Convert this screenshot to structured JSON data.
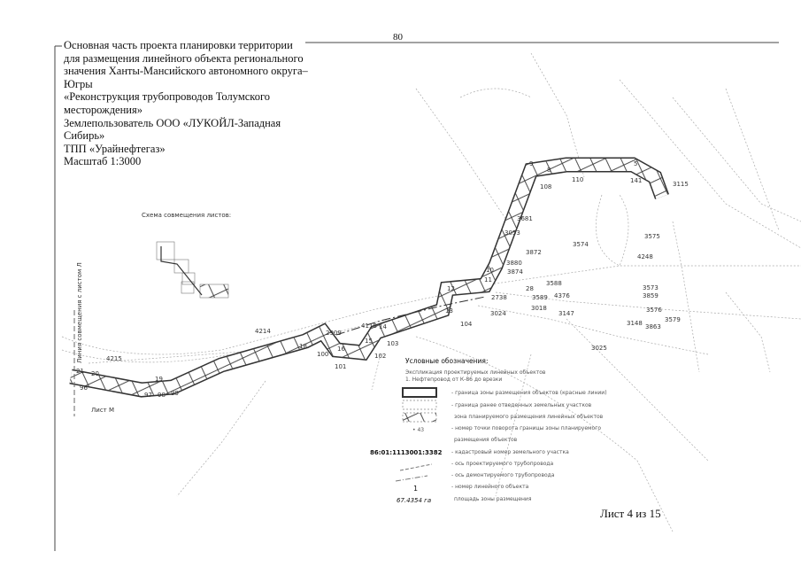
{
  "page_number": "80",
  "header": {
    "lines": [
      "Основная часть проекта планировки территории",
      "для размещения линейного объекта регионального",
      "значения Ханты-Мансийского автономного округа–",
      "Югры",
      "«Реконструкция трубопроводов Толумского",
      "месторождения»",
      "Землепользователь ООО «ЛУКОЙЛ-Западная",
      "Сибирь»",
      "ТПП «Урайнефтегаз»",
      "Масштаб 1:3000"
    ]
  },
  "scheme_title": "Схема совмещения листов:",
  "match_line_label": "Линия совмещения с листом Л",
  "sheet_m_label": "Лист М",
  "map_labels": [
    "21",
    "20",
    "96",
    "19",
    "97",
    "98",
    "99",
    "4215",
    "4214",
    "18",
    "2909",
    "100",
    "16",
    "101",
    "15",
    "102",
    "103",
    "4118",
    "14",
    "13",
    "104",
    "12",
    "10",
    "11",
    "2738",
    "3024",
    "3018",
    "3147",
    "3025",
    "3589",
    "4376",
    "28",
    "3588",
    "3874",
    "3880",
    "3872",
    "3574",
    "3575",
    "4248",
    "3573",
    "3859",
    "3576",
    "3579",
    "3148",
    "3863",
    "3115",
    "9",
    "8",
    "108",
    "110",
    "5",
    "141",
    "3681",
    "3053"
  ],
  "legend": {
    "title": "Условные обозначения:",
    "explication_title": "Экспликация проектируемых линейных объектов",
    "explication_item": "1. Нефтепровод от К-86 до врезки",
    "items": [
      "- граница зоны размещения объектов (красные линии)",
      "- граница ранее отведенных земельных участков",
      "зона планируемого размещения линейных объектов",
      "- номер точки поворота границы зоны планируемого",
      "размещения объектов",
      "- кадастровый номер земельного участка",
      "- ось проектируемого трубопровода",
      "- ось демонтируемого трубопровода",
      "- номер линейного объекта",
      "площадь зоны размещения"
    ],
    "point_example": "• 43",
    "cadastral_example": "86:01:1113001:3382",
    "object_number": "1",
    "area_example": "67.4354 га"
  },
  "sheet_label": "Лист 4 из 15"
}
